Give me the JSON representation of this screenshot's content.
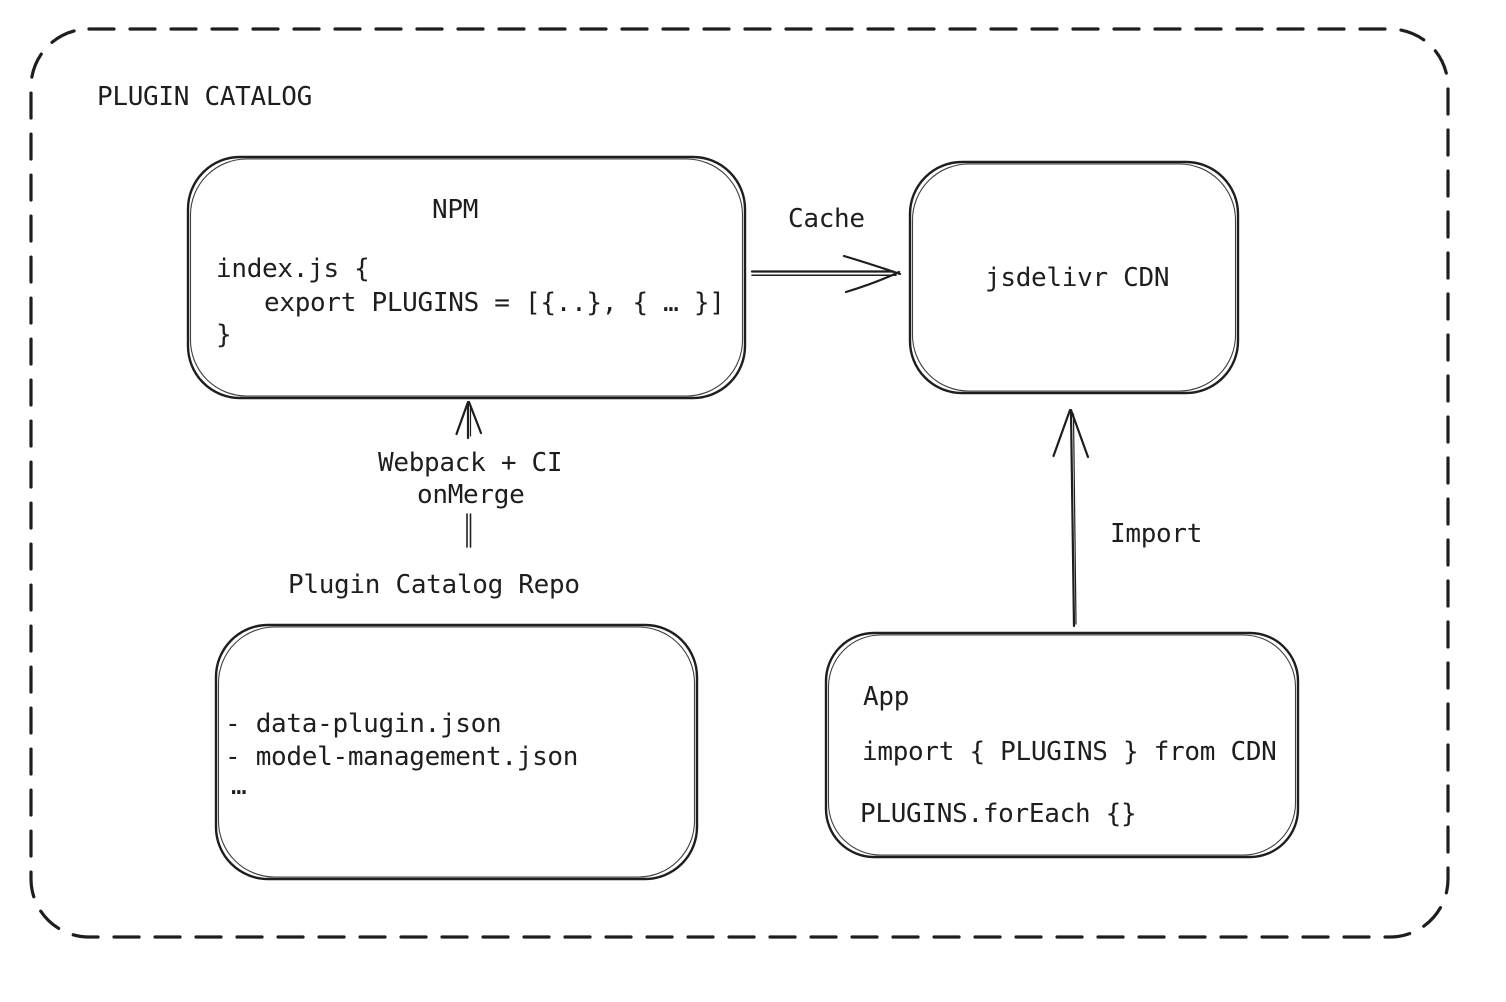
{
  "diagram": {
    "title": "PLUGIN CATALOG"
  },
  "boxes": {
    "npm": {
      "title": "NPM",
      "code_lines": [
        "index.js {",
        "export PLUGINS = [{..}, { … }]",
        "}"
      ]
    },
    "cdn": {
      "label": "jsdelivr CDN"
    },
    "repo": {
      "label": "Plugin Catalog Repo",
      "items": [
        "- data-plugin.json",
        "- model-management.json",
        "…"
      ]
    },
    "app": {
      "title": "App",
      "code_lines": [
        "import { PLUGINS } from CDN",
        "PLUGINS.forEach {}"
      ]
    }
  },
  "arrows": {
    "cache": {
      "label": "Cache"
    },
    "build": {
      "label_line1": "Webpack + CI",
      "label_line2": "onMerge"
    },
    "import": {
      "label": "Import"
    }
  },
  "colors": {
    "stroke": "#1e1e1e",
    "background": "#ffffff"
  }
}
